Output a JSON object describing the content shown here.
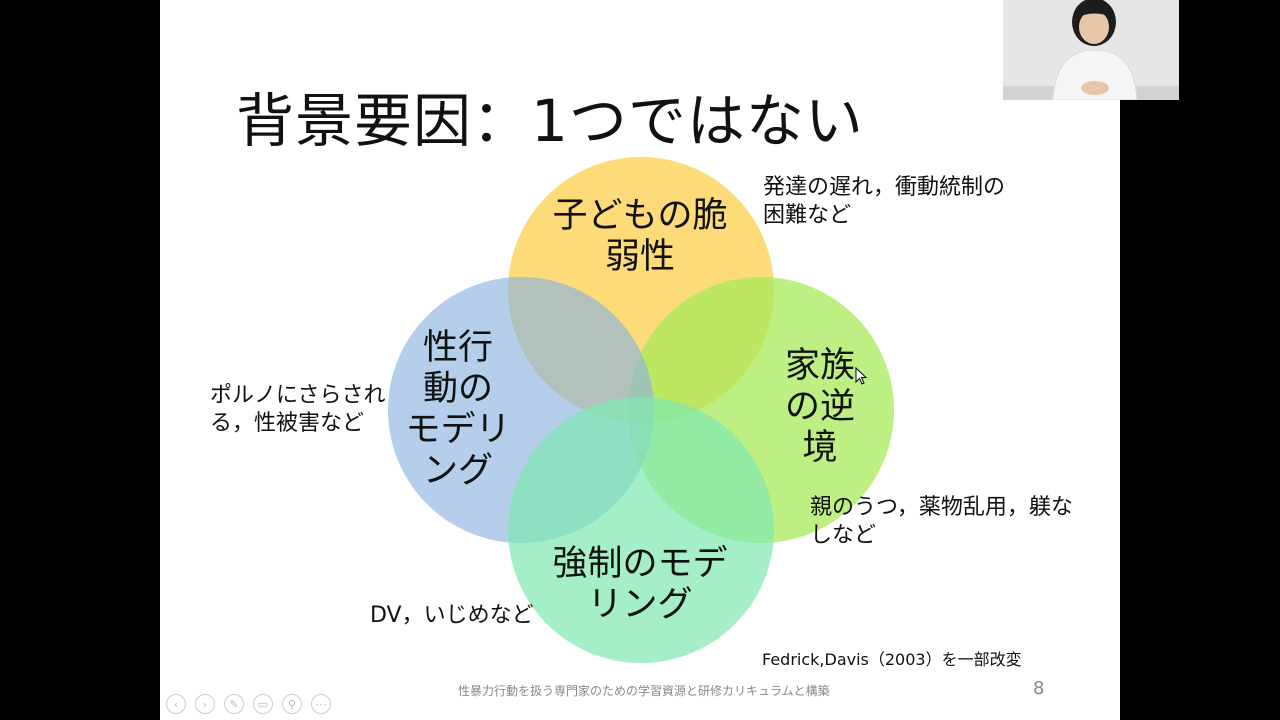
{
  "slide": {
    "title": "背景要因：1つではない",
    "circles": [
      {
        "id": "child",
        "lines": [
          "子どもの脆",
          "弱性"
        ],
        "color": "#fbd560"
      },
      {
        "id": "family",
        "lines": [
          "家族",
          "の逆",
          "境"
        ],
        "color": "#a8ea5a"
      },
      {
        "id": "sexual",
        "lines": [
          "性行",
          "動の",
          "モデリ",
          "ング"
        ],
        "color": "#8cb3e0"
      },
      {
        "id": "coercion",
        "lines": [
          "強制のモデ",
          "リング"
        ],
        "color": "#7fe8b0"
      }
    ],
    "notes": {
      "child": [
        "発達の遅れ，衝動統制の",
        "困難など"
      ],
      "family": [
        "親のうつ，薬物乱用，躾な",
        "しなど"
      ],
      "sexual": [
        "ポルノにさらされ",
        "る，性被害など"
      ],
      "coercion": [
        "DV，いじめなど"
      ]
    },
    "citation": "Fedrick,Davis（2003）を一部改変",
    "footer": "性暴力行動を扱う専門家のための学習資源と研修カリキュラムと構築",
    "page_number": "8"
  },
  "toolbar_icons": [
    "prev-icon",
    "next-icon",
    "pen-icon",
    "slides-icon",
    "zoom-icon",
    "more-icon"
  ],
  "webcam": {
    "label": "presenter-video"
  }
}
